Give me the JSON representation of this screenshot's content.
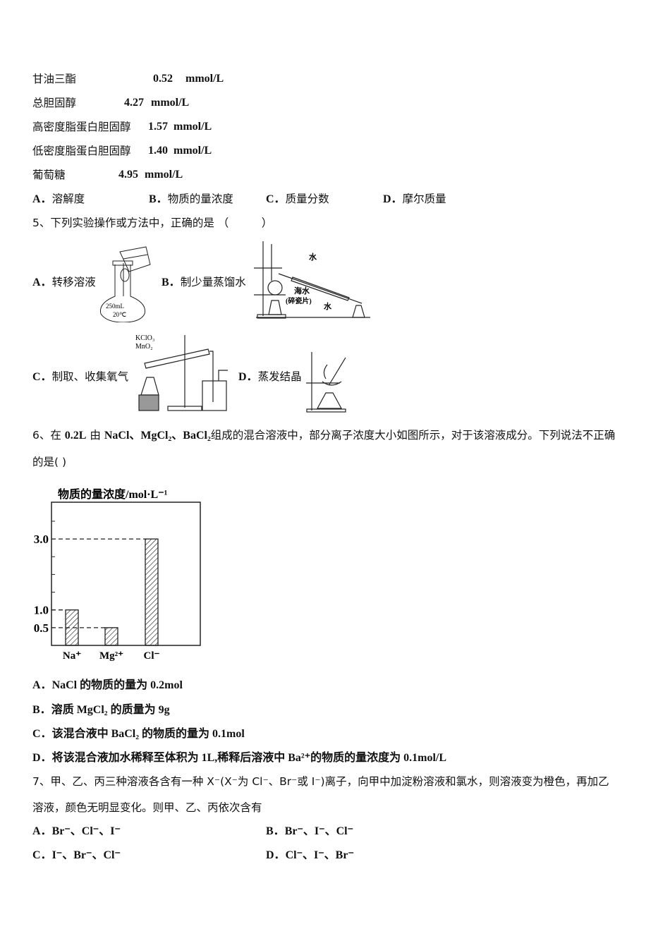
{
  "table": [
    {
      "name": "甘油三酯",
      "value": "0.52",
      "unit": "mmol/L"
    },
    {
      "name": "总胆固醇",
      "value": "4.27",
      "unit": "mmol/L"
    },
    {
      "name": "高密度脂蛋白胆固醇",
      "value": "1.57",
      "unit": "mmol/L"
    },
    {
      "name": "低密度脂蛋白胆固醇",
      "value": "1.40",
      "unit": "mmol/L"
    },
    {
      "name": "葡萄糖",
      "value": "4.95",
      "unit": "mmol/L"
    }
  ],
  "q4_options": [
    {
      "letter": "A．",
      "text": "溶解度"
    },
    {
      "letter": "B．",
      "text": "物质的量浓度"
    },
    {
      "letter": "C．",
      "text": "质量分数"
    },
    {
      "letter": "D．",
      "text": "摩尔质量"
    }
  ],
  "q5": {
    "stem": "5、下列实验操作或方法中，正确的是 （　　　）",
    "options": [
      {
        "letter": "A．",
        "text": "转移溶液"
      },
      {
        "letter": "B．",
        "text": "制少量蒸馏水"
      },
      {
        "letter": "C．",
        "text": "制取、收集氧气"
      },
      {
        "letter": "D．",
        "text": "蒸发结晶"
      }
    ],
    "figure_labels": {
      "flask_volume": "250mL",
      "flask_temp": "20℃",
      "water_in": "水",
      "water_out": "水",
      "seawater": "海水",
      "chips": "(碎瓷片)",
      "reagent1": "KClO₃",
      "reagent2": "MnO₂"
    }
  },
  "q6": {
    "stem_pre": "6、在 ",
    "stem_vol": "0.2L",
    "stem_mid": " 由 ",
    "stem_salts": "NaCl、MgCl₂、BaCl₂",
    "stem_post": "组成的混合溶液中，部分离子浓度大小如图所示，对于该溶液成分。下列说法不正确",
    "stem_line2": "的是( )",
    "options": [
      {
        "letter": "A．",
        "text": "NaCl 的物质的量为 0.2mol"
      },
      {
        "letter": "B．",
        "text": "溶质 MgCl₂ 的质量为 9g"
      },
      {
        "letter": "C．",
        "text": "该混合液中 BaCl₂ 的物质的量为 0.1mol"
      },
      {
        "letter": "D．",
        "text": "将该混合液加水稀释至体积为 1L,稀释后溶液中 Ba²⁺的物质的量浓度为 0.1mol/L"
      }
    ]
  },
  "chart_data": {
    "type": "bar",
    "title": "物质的量浓度/mol·L⁻¹",
    "categories": [
      "Na⁺",
      "Mg²⁺",
      "Cl⁻"
    ],
    "values": [
      1.0,
      0.5,
      3.0
    ],
    "ytick_labels": [
      "0.5",
      "1.0",
      "3.0"
    ],
    "ylim": [
      0,
      4.0
    ],
    "bar_pattern": "hatched",
    "reference_lines": "dashed"
  },
  "q7": {
    "stem_line1": "7、甲、乙、丙三种溶液各含有一种 X⁻(X⁻为 Cl⁻、Br⁻或 I⁻)离子，向甲中加淀粉溶液和氯水，则溶液变为橙色，再加乙",
    "stem_line2": "溶液，颜色无明显变化。则甲、乙、丙依次含有",
    "options": [
      {
        "letter": "A．",
        "text": "Br⁻、Cl⁻、I⁻"
      },
      {
        "letter": "B．",
        "text": "Br⁻、I⁻、Cl⁻"
      },
      {
        "letter": "C．",
        "text": "I⁻、Br⁻、Cl⁻"
      },
      {
        "letter": "D．",
        "text": "Cl⁻、I⁻、Br⁻"
      }
    ]
  }
}
